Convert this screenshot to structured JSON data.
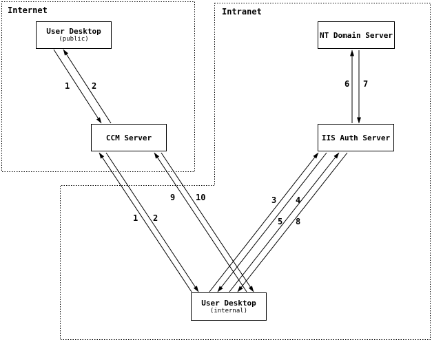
{
  "diagram": {
    "colors": {
      "background": "#ffffff",
      "foreground": "#000000"
    },
    "regions": {
      "internet": {
        "label": "Internet"
      },
      "intranet": {
        "label": "Intranet"
      }
    },
    "nodes": {
      "user_desktop_public": {
        "title": "User Desktop",
        "subtitle": "(public)"
      },
      "ccm_server": {
        "title": "CCM Server"
      },
      "nt_domain_server": {
        "title": "NT Domain Server"
      },
      "iis_auth_server": {
        "title": "IIS Auth Server"
      },
      "user_desktop_internal": {
        "title": "User Desktop",
        "subtitle": "(internal)"
      }
    },
    "flow_labels": {
      "up1": "1",
      "up2": "2",
      "lo1": "1",
      "lo2": "2",
      "f3": "3",
      "f4": "4",
      "f5": "5",
      "f6": "6",
      "f7": "7",
      "f8": "8",
      "f9": "9",
      "f10": "10"
    },
    "connections": [
      {
        "label": "1",
        "from": "User Desktop (public)",
        "to": "CCM Server"
      },
      {
        "label": "2",
        "from": "CCM Server",
        "to": "User Desktop (public)"
      },
      {
        "label": "1",
        "from": "User Desktop (internal)",
        "to": "CCM Server"
      },
      {
        "label": "2",
        "from": "CCM Server",
        "to": "User Desktop (internal)"
      },
      {
        "label": "3",
        "from": "User Desktop (internal)",
        "to": "IIS Auth Server"
      },
      {
        "label": "4",
        "from": "IIS Auth Server",
        "to": "User Desktop (internal)"
      },
      {
        "label": "5",
        "from": "User Desktop (internal)",
        "to": "IIS Auth Server"
      },
      {
        "label": "6",
        "from": "IIS Auth Server",
        "to": "NT Domain Server"
      },
      {
        "label": "7",
        "from": "NT Domain Server",
        "to": "IIS Auth Server"
      },
      {
        "label": "8",
        "from": "IIS Auth Server",
        "to": "User Desktop (internal)"
      },
      {
        "label": "9",
        "from": "User Desktop (internal)",
        "to": "CCM Server"
      },
      {
        "label": "10",
        "from": "CCM Server",
        "to": "User Desktop (internal)"
      }
    ]
  }
}
